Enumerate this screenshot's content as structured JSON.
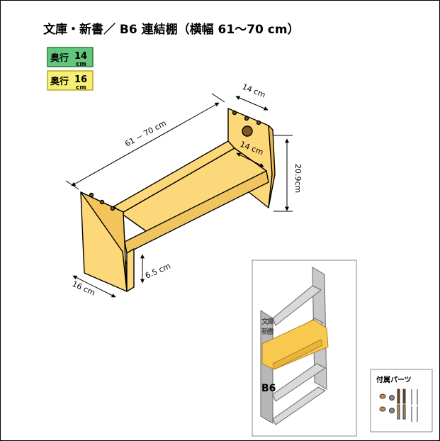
{
  "title": "文庫・新書／ B6 連結棚（横幅 61〜70 cm）",
  "depth_badges": [
    {
      "label": "奥行",
      "num": "14",
      "unit": "cm",
      "color": "#63c67c"
    },
    {
      "label": "奥行",
      "num": "16",
      "unit": "cm",
      "color": "#f6ef73"
    }
  ],
  "dimensions": {
    "width": "61 ~ 70 cm",
    "depth_top": "14 cm",
    "depth_shelf": "14 cm",
    "height": "20.9cm",
    "clearance": "6.5 cm",
    "depth_bottom": "16 cm"
  },
  "thumbnail": {
    "vertical_label": [
      "文",
      "庫",
      "新",
      "書"
    ],
    "b6_label": "B6"
  },
  "parts_box": {
    "title": "付属パーツ"
  },
  "colors": {
    "shelf_fill": "#fdd87a",
    "shelf_stroke": "#000000",
    "highlight": "#f7c94f",
    "gray_unit": "#b7b7b7"
  }
}
